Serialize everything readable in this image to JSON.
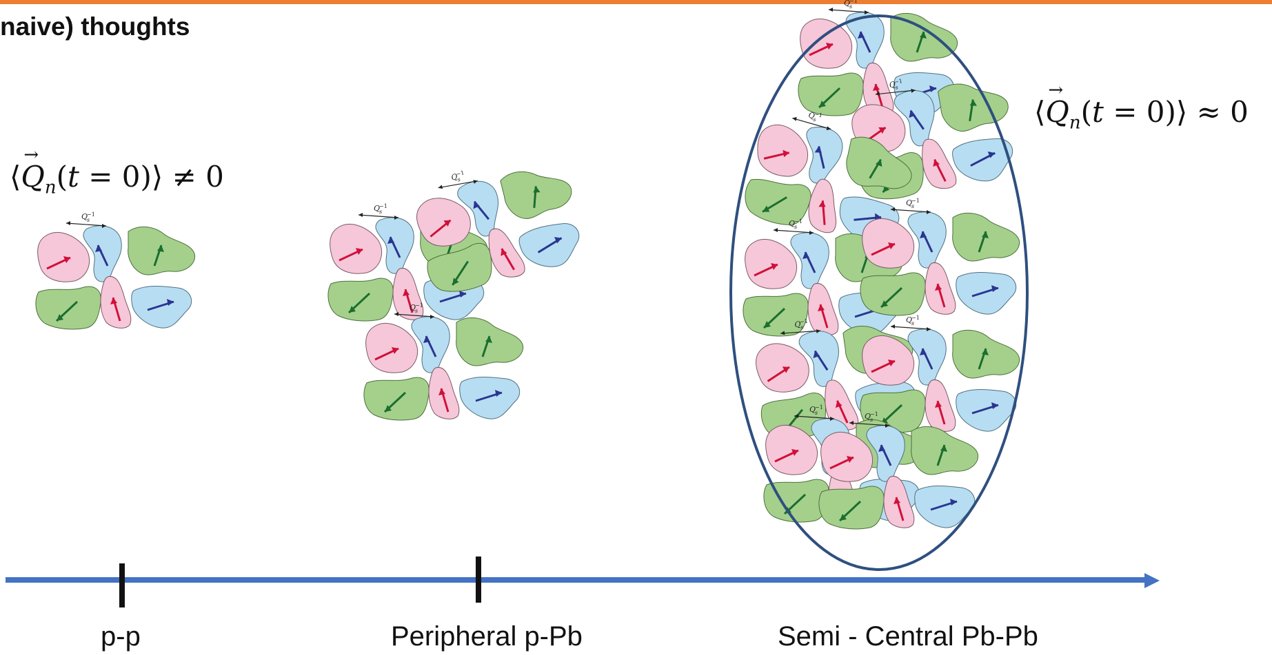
{
  "title": "naive) thoughts",
  "equations": {
    "pp": {
      "lbr": "⟨",
      "q": "Q",
      "sub": "n",
      "args": "(",
      "t": "t",
      "rest": " = 0)⟩ ≠ 0"
    },
    "pbpb": {
      "lbr": "⟨",
      "q": "Q",
      "sub": "n",
      "args": "(",
      "t": "t",
      "rest": " = 0)⟩ ≈ 0"
    }
  },
  "domain_label": "Q_s^{-1}",
  "axis": {
    "labels": {
      "pp": "p-p",
      "peripheral_ppb": "Peripheral p-Pb",
      "semi_central_pbpb": "Semi - Central Pb-Pb"
    }
  },
  "colors": {
    "top_bar": "#ED7D31",
    "axis": "#4472C4",
    "ellipse": "#2F4F7F",
    "pink_domain": "#F6C7D8",
    "blue_domain": "#B7DDF2",
    "green_domain": "#A4D08C",
    "red_arrow": "#D0103A",
    "blue_arrow": "#2A3591",
    "green_arrow": "#1B6E2E",
    "tick": "#111111"
  }
}
